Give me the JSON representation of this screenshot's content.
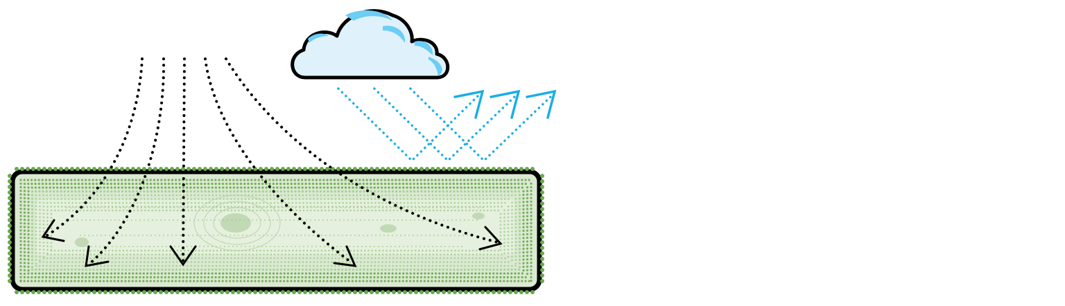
{
  "diagram": {
    "colors": {
      "background": "#ffffff",
      "outline": "#000000",
      "slab_fill": "#dbe9d2",
      "slab_inner": "#cfe2c3",
      "slab_dots": "#6aa84f",
      "slab_dots_light": "#93c47d",
      "cloud_fill": "#dff1fb",
      "cloud_shade": "#6ccdf5",
      "reflected": "#1aaee6",
      "incoming": "#000000"
    },
    "icons": {
      "cloud": "cloud-icon",
      "slab": "vegetated-slab",
      "incoming_arrows": "dotted-down-arrow",
      "reflected_arrows": "dotted-up-right-arrow"
    },
    "incoming_arrow_count": 5,
    "reflected_arrow_count": 3
  }
}
